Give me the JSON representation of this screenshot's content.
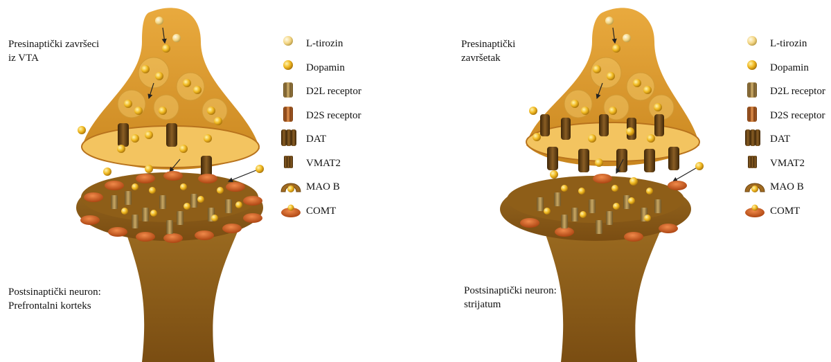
{
  "colors": {
    "presynaptic": "#e3a23a",
    "presynaptic_dark": "#b8731d",
    "membrane_light": "#f3c460",
    "postsynaptic": "#8a5a18",
    "postsynaptic_dark": "#6b4410",
    "dopamine": "#f0b820",
    "tyrosine": "#f3d583",
    "receptor_d2l": "#9a7a3c",
    "receptor_d2s": "#a65a1c",
    "transporter": "#5a3c14",
    "comt": "#c5531c"
  },
  "panels": [
    {
      "presynaptic_label": [
        "Presinaptički završeci",
        "iz VTA"
      ],
      "postsynaptic_label": [
        "Postsinaptički neuron:",
        "Prefrontalni korteks"
      ]
    },
    {
      "presynaptic_label": [
        "Presinaptički",
        "završetak"
      ],
      "postsynaptic_label": [
        "Postsinaptički neuron:",
        "strijatum"
      ]
    }
  ],
  "legend": [
    {
      "icon": "tyrosine-icon",
      "label": "L-tirozin"
    },
    {
      "icon": "dopamine-icon",
      "label": "Dopamin"
    },
    {
      "icon": "d2l-receptor-icon",
      "label": "D2L receptor"
    },
    {
      "icon": "d2s-receptor-icon",
      "label": "D2S receptor"
    },
    {
      "icon": "dat-icon",
      "label": "DAT"
    },
    {
      "icon": "vmat2-icon",
      "label": "VMAT2"
    },
    {
      "icon": "mao-b-icon",
      "label": "MAO B"
    },
    {
      "icon": "comt-icon",
      "label": "COMT"
    }
  ]
}
